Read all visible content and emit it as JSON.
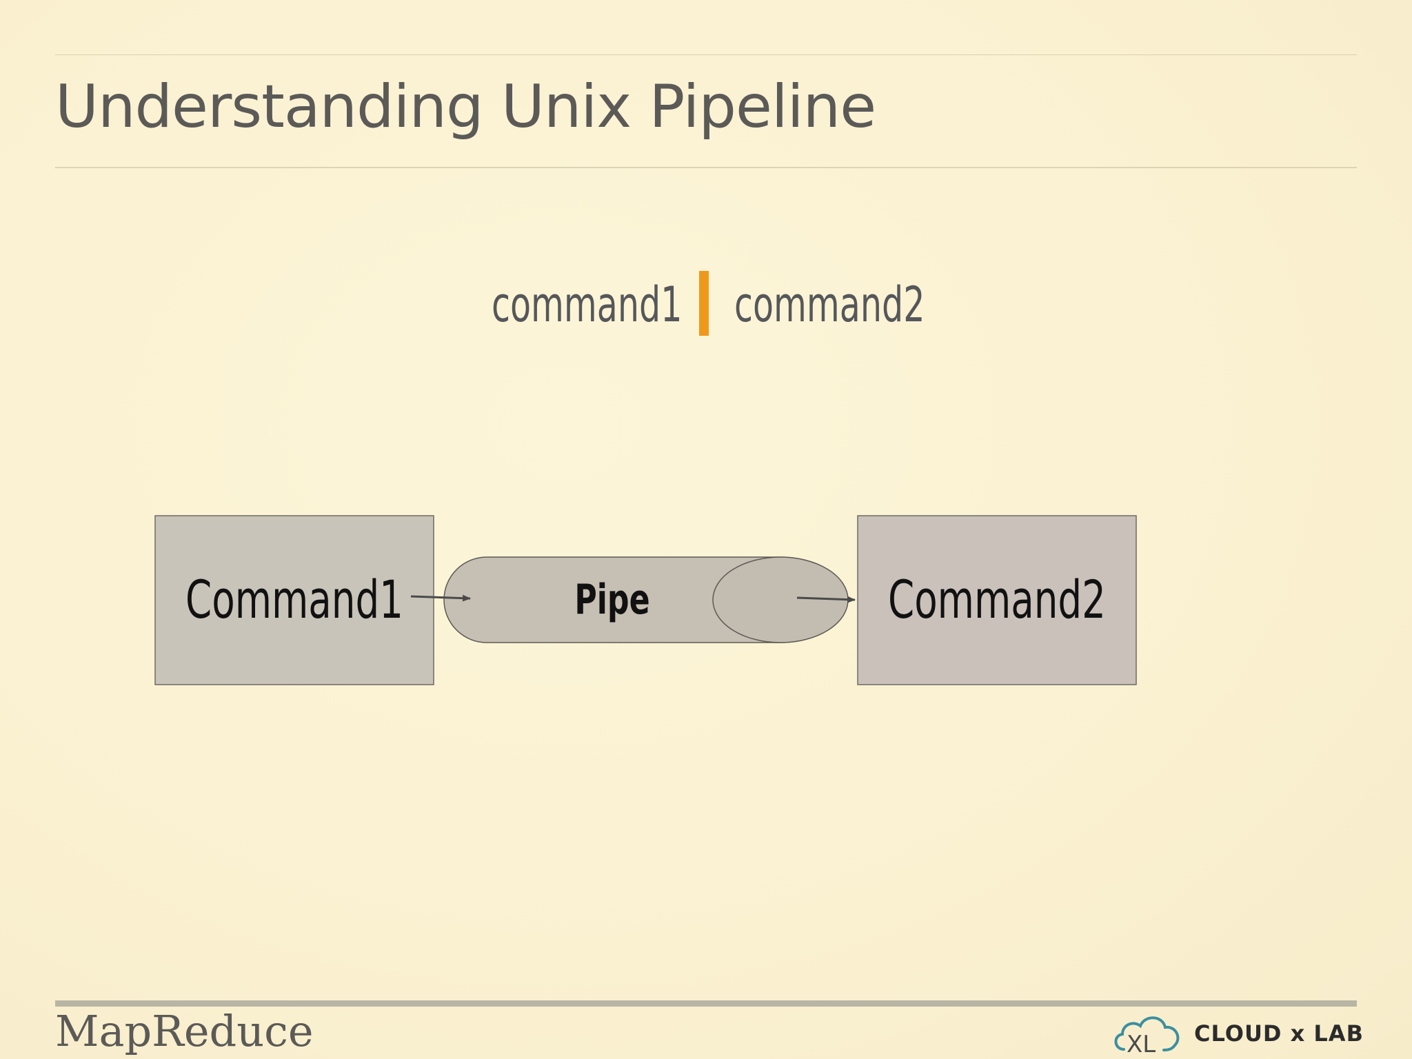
{
  "slide": {
    "title": "Understanding Unix Pipeline",
    "footer_left": "MapReduce",
    "logo_text": "CLOUD x LAB",
    "logo_mark": "XL"
  },
  "command_line": {
    "left": "command1",
    "right": "command2",
    "separator_color": "#f0981c"
  },
  "diagram": {
    "box_left": "Command1",
    "box_right": "Command2",
    "pipe_label": "Pipe",
    "box_fill": "#c9c4b9",
    "pipe_fill": "#c6bfb4",
    "arrow_color": "#4a4a4a"
  }
}
